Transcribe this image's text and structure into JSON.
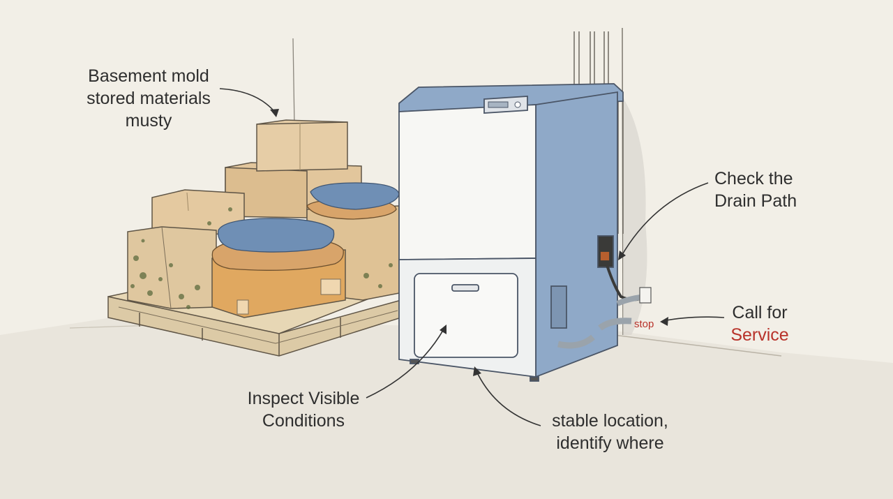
{
  "labels": {
    "basement": [
      "Basement mold",
      "stored materials",
      "musty"
    ],
    "drain": [
      "Check the",
      "Drain Path"
    ],
    "service": [
      "Call for",
      "Service"
    ],
    "inspect": [
      "Inspect Visible",
      "Conditions"
    ],
    "stable": [
      "stable location,",
      "identify where"
    ],
    "stop": "stop"
  },
  "colors": {
    "background": "#f2efe7",
    "unit_blue": "#8fa9c8",
    "unit_white": "#f7f7f4",
    "cardboard": "#e2c69c",
    "wet_box": "#e0a860",
    "blanket_blue": "#6f8fb5",
    "mold": "#5d6b3e",
    "accent_red": "#b8322a"
  }
}
